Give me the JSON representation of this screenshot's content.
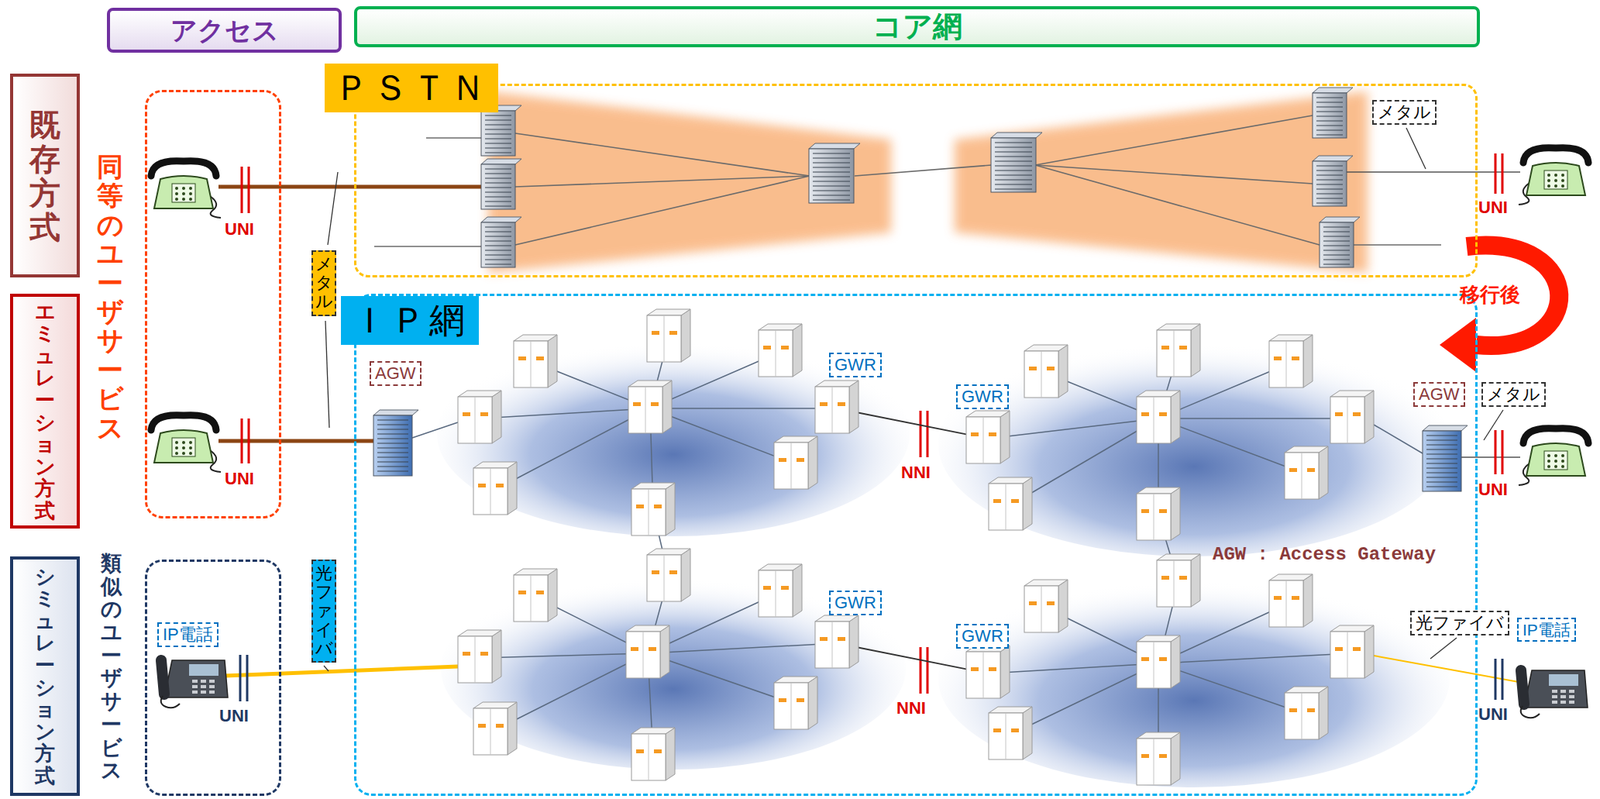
{
  "diagram": {
    "nodes": [
      {
        "text": [
          "アクセス"
        ]
      },
      {
        "text": [
          "コア網"
        ]
      },
      {
        "text": [
          "既存方式"
        ]
      },
      {
        "text": [
          "ＰＳＴＮ"
        ]
      },
      {
        "text": [
          "メタル"
        ],
        "in": 3
      },
      {
        "text": [
          "同等のユーザサービス"
        ]
      },
      {
        "text": [
          "メタル"
        ]
      },
      {
        "text": [
          "エミュレーション方式"
        ]
      },
      {
        "text": [
          "ＩＰ網"
        ]
      },
      {
        "text": [
          "AGW"
        ],
        "in": 8
      },
      {
        "text": [
          "GWR"
        ],
        "in": 8
      },
      {
        "text": [
          "GWR"
        ],
        "in": 8
      },
      {
        "text": [
          "AGW"
        ],
        "in": 8
      },
      {
        "text": [
          "メタル"
        ]
      },
      {
        "text": [
          "GWR"
        ],
        "in": 8
      },
      {
        "text": [
          "GWR"
        ],
        "in": 8
      },
      {
        "text": [
          "光ファイバ"
        ]
      },
      {
        "text": [
          "シミュレーション方式"
        ]
      },
      {
        "text": [
          "類似のユーザサービス"
        ]
      },
      {
        "text": [
          "IP電話"
        ],
        "in": 18
      },
      {
        "text": [
          "光ファイバ"
        ]
      },
      {
        "text": [
          "IP電話"
        ]
      }
    ],
    "labels": [
      "UNI",
      "UNI",
      "移行後",
      "UNI",
      "NNI",
      "UNI",
      "AGW : Access Gateway",
      "UNI",
      "NNI",
      "UNI"
    ]
  }
}
